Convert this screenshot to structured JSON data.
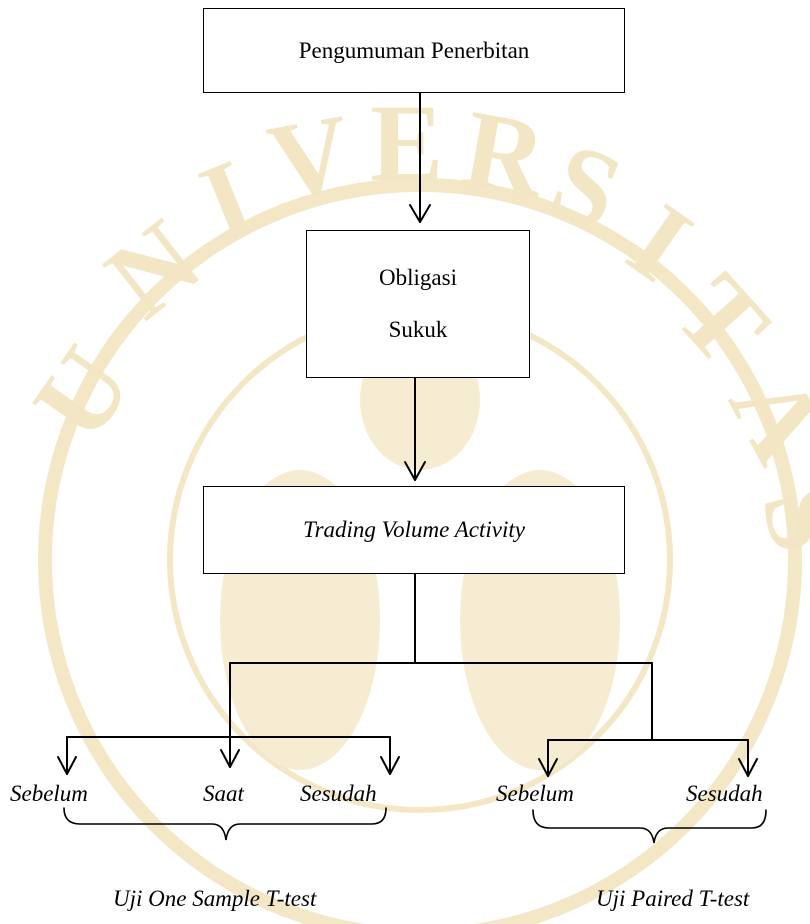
{
  "nodes": {
    "announcement": "Pengumuman Penerbitan",
    "bond_line1": "Obligasi",
    "bond_line2": "Sukuk",
    "trading_volume": "Trading Volume Activity"
  },
  "branch_left": {
    "before": "Sebelum",
    "during": "Saat",
    "after": "Sesudah",
    "test": "Uji One Sample T-test"
  },
  "branch_right": {
    "before": "Sebelum",
    "after": "Sesudah",
    "test": "Uji Paired T-test"
  },
  "colors": {
    "line": "#000000",
    "watermark": "#f3e6c4"
  }
}
